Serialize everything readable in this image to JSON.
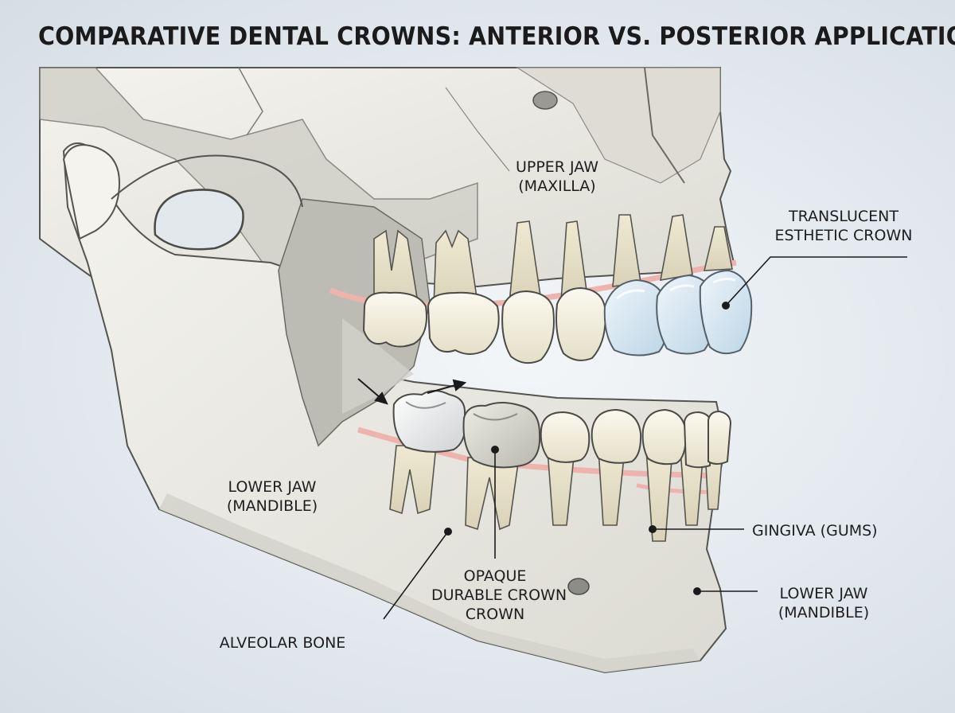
{
  "title": "COMPARATIVE DENTAL CROWNS: ANTERIOR VS. POSTERIOR APPLICATIONS",
  "labels": {
    "upper_jaw": [
      "UPPER JAW",
      "(MAXILLA)"
    ],
    "translucent_crown": [
      "TRANSLUCENT",
      "ESTHETIC CROWN"
    ],
    "lower_jaw_left": [
      "LOWER JAW",
      "(MANDIBLE)"
    ],
    "gingiva": [
      "GINGIVA (GUMS)"
    ],
    "opaque_crown": [
      "OPAQUE",
      "DURABLE CROWN",
      "CROWN"
    ],
    "lower_jaw_right": [
      "LOWER JAW",
      "(MANDIBLE)"
    ],
    "alveolar_bone": [
      "ALVEOLAR BONE"
    ]
  },
  "colors": {
    "bone": "#ecebe4",
    "bone_shadow": "#c9c8c0",
    "tooth": "#f1eedd",
    "gum": "#f2b9b4",
    "translucent_crown": "#d6e6f1",
    "opaque_crown": "#c9c9bd",
    "outline": "#4a4a46"
  }
}
